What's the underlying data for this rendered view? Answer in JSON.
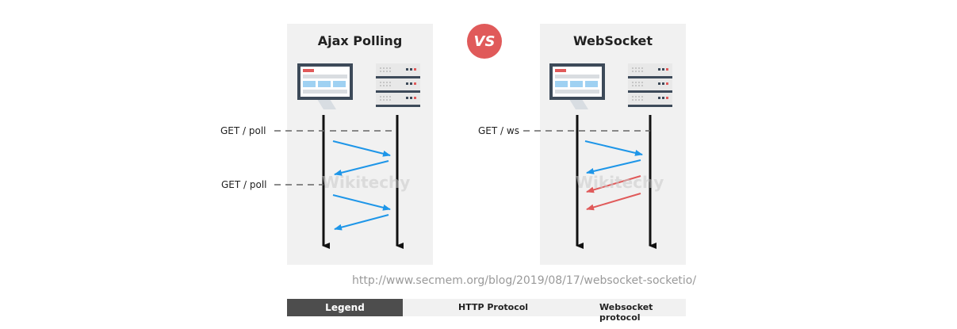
{
  "vs_label": "VS",
  "left_panel": {
    "title": "Ajax Polling",
    "requests": [
      "GET / poll",
      "GET / poll"
    ]
  },
  "right_panel": {
    "title": "WebSocket",
    "requests": [
      "GET / ws"
    ]
  },
  "watermark": "Wikitechy",
  "source_url": "http://www.secmem.org/blog/2019/08/17/websocket-socketio/",
  "legend": {
    "title": "Legend",
    "items": [
      {
        "label": "HTTP Protocol",
        "color": "#1e96e8"
      },
      {
        "label": "Websocket protocol",
        "color": "#e05a5a"
      }
    ]
  },
  "colors": {
    "http": "#1e96e8",
    "websocket": "#e05a5a",
    "monitor": "#3d4a59",
    "server": "#3d4a59"
  }
}
